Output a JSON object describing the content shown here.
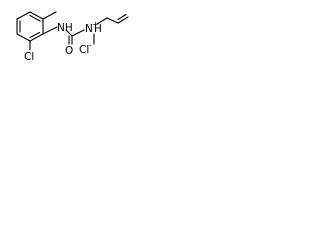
{
  "structure": {
    "atoms": {
      "nh": "NH",
      "n_plus": "N",
      "n_plus_charge": "+",
      "h_on_n": "H",
      "o": "O",
      "cl_ring": "Cl",
      "cl_ion": "Cl",
      "cl_ion_charge": "-"
    }
  }
}
